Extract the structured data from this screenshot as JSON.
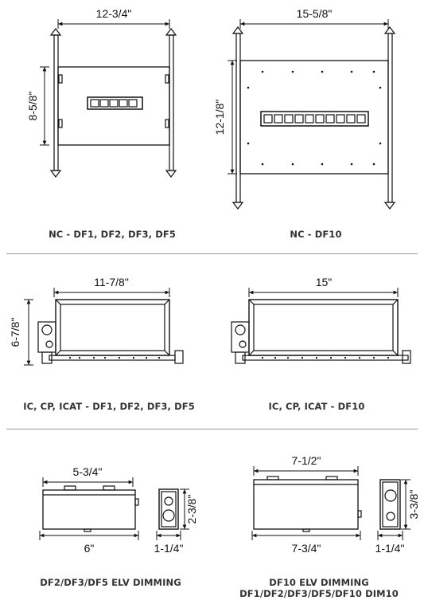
{
  "panel1": {
    "left": {
      "width": "12-3/4\"",
      "height": "8-5/8\"",
      "caption": "NC - DF1, DF2, DF3, DF5"
    },
    "right": {
      "width": "15-5/8\"",
      "height": "12-1/8\"",
      "caption": "NC - DF10"
    }
  },
  "panel2": {
    "left": {
      "width": "11-7/8\"",
      "height": "6-7/8\"",
      "caption": "IC, CP, ICAT - DF1, DF2, DF3, DF5"
    },
    "right": {
      "width": "15\"",
      "caption": "IC, CP, ICAT - DF10"
    }
  },
  "panel3": {
    "left": {
      "top_width": "5-3/4\"",
      "bottom_width": "6\"",
      "side_height": "2-3/8\"",
      "side_width": "1-1/4\"",
      "caption": "DF2/DF3/DF5 ELV DIMMING"
    },
    "right": {
      "top_width": "7-1/2\"",
      "bottom_width": "7-3/4\"",
      "side_height": "3-3/8\"",
      "side_width": "1-1/4\"",
      "caption_line1": "DF10 ELV DIMMING",
      "caption_line2": "DF1/DF2/DF3/DF5/DF10 DIM10"
    }
  }
}
